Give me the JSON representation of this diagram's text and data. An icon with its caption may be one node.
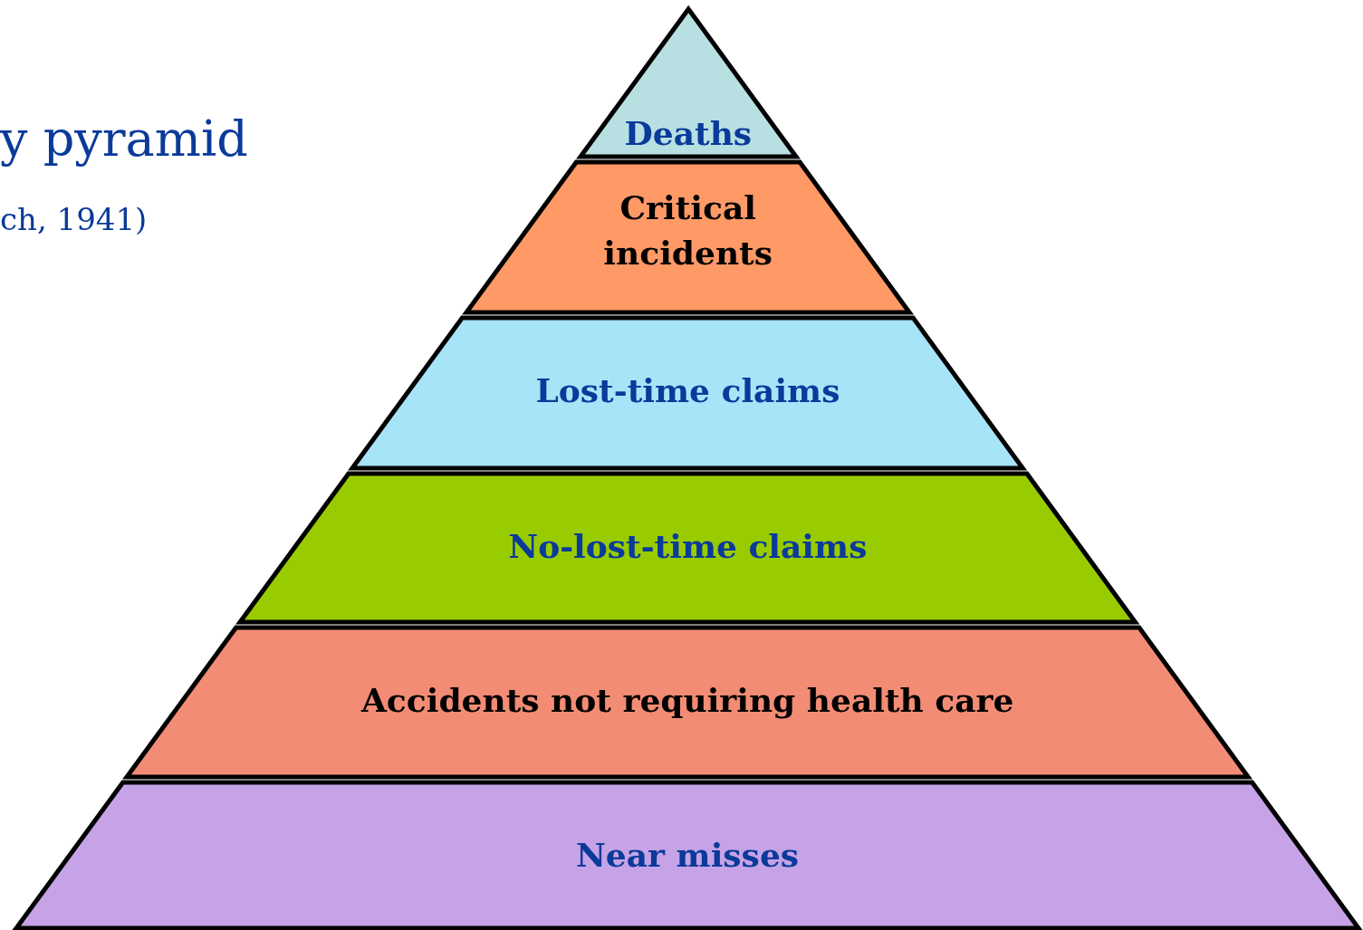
{
  "diagram": {
    "nodes": [
      {
        "text": [
          "Deaths"
        ]
      },
      {
        "text": [
          "Critical incidents"
        ]
      },
      {
        "text": [
          "Lost-time claims"
        ]
      },
      {
        "text": [
          "No-lost-time claims"
        ]
      },
      {
        "text": [
          "Accidents not requiring health care"
        ]
      },
      {
        "text": [
          "Near misses"
        ]
      }
    ],
    "labels": [
      "y pyramid",
      "ch, 1941)"
    ]
  }
}
